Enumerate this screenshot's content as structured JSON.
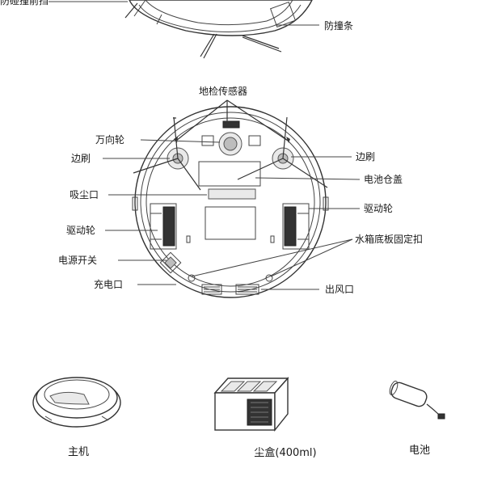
{
  "top_labels": {
    "front_bumper_partial": "防碰撞前挡",
    "bumper_strip": "防撞条"
  },
  "bottom_view": {
    "sensor": "地检传感器",
    "caster": "万向轮",
    "side_brush_left": "边刷",
    "side_brush_right": "边刷",
    "battery_cover": "电池仓盖",
    "suction_port": "吸尘口",
    "drive_wheel_left": "驱动轮",
    "drive_wheel_right": "驱动轮",
    "tank_clip": "水箱底板固定扣",
    "power_switch": "电源开关",
    "charge_port": "充电口",
    "air_outlet": "出风口"
  },
  "products": {
    "main_unit": "主机",
    "dust_box": "尘盒(400ml)",
    "battery": "电池"
  }
}
